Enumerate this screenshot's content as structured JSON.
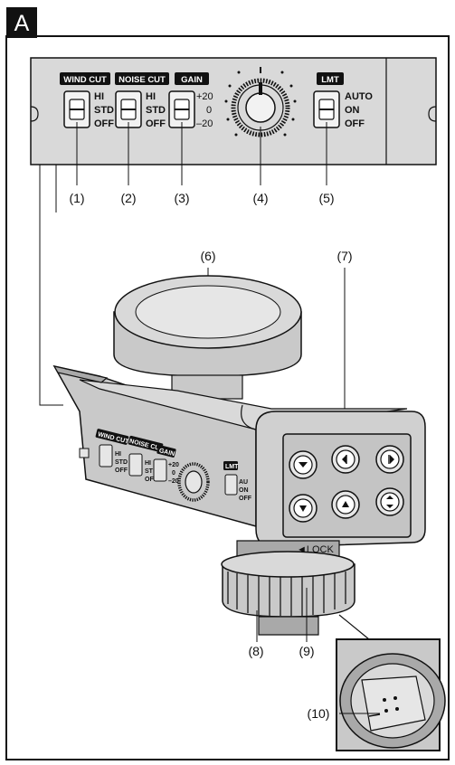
{
  "figure": {
    "letter": "A",
    "colors": {
      "ink": "#111111",
      "panel": "#d9d9d9",
      "body": "#c9c9c9",
      "dark": "#3a3a3a",
      "shade": "#a9a9a9"
    }
  },
  "panel": {
    "wind_cut": {
      "title": "WIND CUT",
      "opts": [
        "HI",
        "STD",
        "OFF"
      ]
    },
    "noise_cut": {
      "title": "NOISE CUT",
      "opts": [
        "HI",
        "STD",
        "OFF"
      ]
    },
    "gain": {
      "title": "GAIN",
      "opts": [
        "+20",
        "0",
        "–20"
      ]
    },
    "lmt": {
      "title": "LMT",
      "opts": [
        "AUTO",
        "ON",
        "OFF"
      ]
    }
  },
  "callouts": [
    "(1)",
    "(2)",
    "(3)",
    "(4)",
    "(5)",
    "(6)",
    "(7)",
    "(8)",
    "(9)",
    "(10)"
  ],
  "lock_text": "◄LOCK",
  "device_panel": {
    "wind_cut": "WIND CUT",
    "noise_cut": "NOISE CUT",
    "gain": "GAIN",
    "lmt": "LMT",
    "wind_opts": [
      "HI",
      "STD",
      "OFF"
    ],
    "noise_opts": [
      "HI",
      "STD",
      "OFF"
    ],
    "gain_opts": [
      "+20",
      "0",
      "–20"
    ],
    "lmt_opts": [
      "AU",
      "ON",
      "OFF"
    ]
  }
}
